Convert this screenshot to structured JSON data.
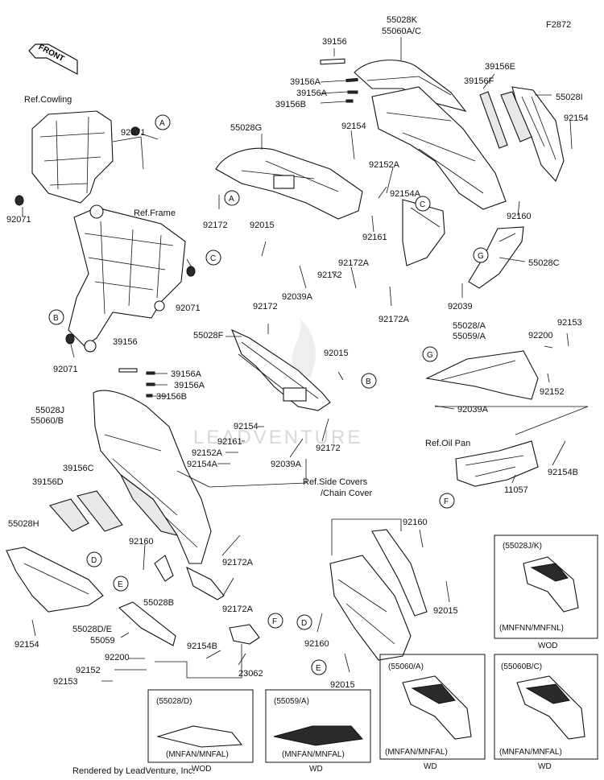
{
  "figure_id": "F2872",
  "front_label": "FRONT",
  "references": {
    "cowling": "Ref.Cowling",
    "frame": "Ref.Frame",
    "oil_pan": "Ref.Oil Pan",
    "side_covers_line1": "Ref.Side Covers",
    "side_covers_line2": "/Chain Cover"
  },
  "callouts": {
    "a": "A",
    "b": "B",
    "c": "C",
    "d": "D",
    "e": "E",
    "f": "F",
    "g": "G"
  },
  "parts": {
    "p39156_top": "39156",
    "p55028k": "55028K",
    "p55060ac": "55060A/C",
    "p39156e": "39156E",
    "p39156f": "39156F",
    "p55028i": "55028I",
    "p39156a_1": "39156A",
    "p39156a_2": "39156A",
    "p39156b_top": "39156B",
    "p92154_top": "92154",
    "p92154_right": "92154",
    "p55028g": "55028G",
    "p92152a_top": "92152A",
    "p92154a_top": "92154A",
    "p92160_top": "92160",
    "p92161_top": "92161",
    "p92172_a": "92172",
    "p92015_top": "92015",
    "p92172a_mid": "92172A",
    "p92172_mid": "92172",
    "p55028c": "55028C",
    "p92039a_top": "92039A",
    "p92039": "92039",
    "p92172a_right": "92172A",
    "p92071_a": "92071",
    "p92071_b": "92071",
    "p92071_c": "92071",
    "p92071_d": "92071",
    "p92172_center": "92172",
    "p39156_left": "39156",
    "p55028f": "55028F",
    "p92015_center": "92015",
    "p39156a_left1": "39156A",
    "p39156a_left2": "39156A",
    "p39156b_left": "39156B",
    "p55028a": "55028/A",
    "p55059a": "55059/A",
    "p92200_right": "92200",
    "p92153_right": "92153",
    "p92152_right": "92152",
    "p92039a_right": "92039A",
    "p55028j": "55028J",
    "p55060b": "55060/B",
    "p92154_center": "92154",
    "p92161_center": "92161",
    "p92152a_center": "92152A",
    "p92154a_center": "92154A",
    "p92039a_center": "92039A",
    "p92172_center2": "92172",
    "p11057": "11057",
    "p92154b_right": "92154B",
    "p39156c": "39156C",
    "p39156d": "39156D",
    "p55028h": "55028H",
    "p92160_left": "92160",
    "p92172a_left1": "92172A",
    "p55028b": "55028B",
    "p92172a_left2": "92172A",
    "p55028de": "55028D/E",
    "p55059": "55059",
    "p92154b_left": "92154B",
    "p92200_left": "92200",
    "p92152_left": "92152",
    "p92153_left": "92153",
    "p23062": "23062",
    "p92154_left": "92154",
    "p92160_side1": "92160",
    "p92015_side1": "92015",
    "p92160_side2": "92160",
    "p92015_side2": "92015"
  },
  "variant_boxes": [
    {
      "code": "(55028J/K)",
      "caption": "(MNFNN/MNFNL)",
      "color": "WOD"
    },
    {
      "code": "(55060/A)",
      "caption": "(MNFAN/MNFAL)",
      "color": "WD"
    },
    {
      "code": "(55060B/C)",
      "caption": "(MNFAN/MNFAL)",
      "color": "WD"
    },
    {
      "code": "(55028/D)",
      "caption": "(MNFAN/MNFAL)",
      "color": "WOD"
    },
    {
      "code": "(55059/A)",
      "caption": "(MNFAN/MNFAL)",
      "color": "WD"
    }
  ],
  "watermark": "LEADVENTURE",
  "footer": "Rendered by LeadVenture, Inc."
}
